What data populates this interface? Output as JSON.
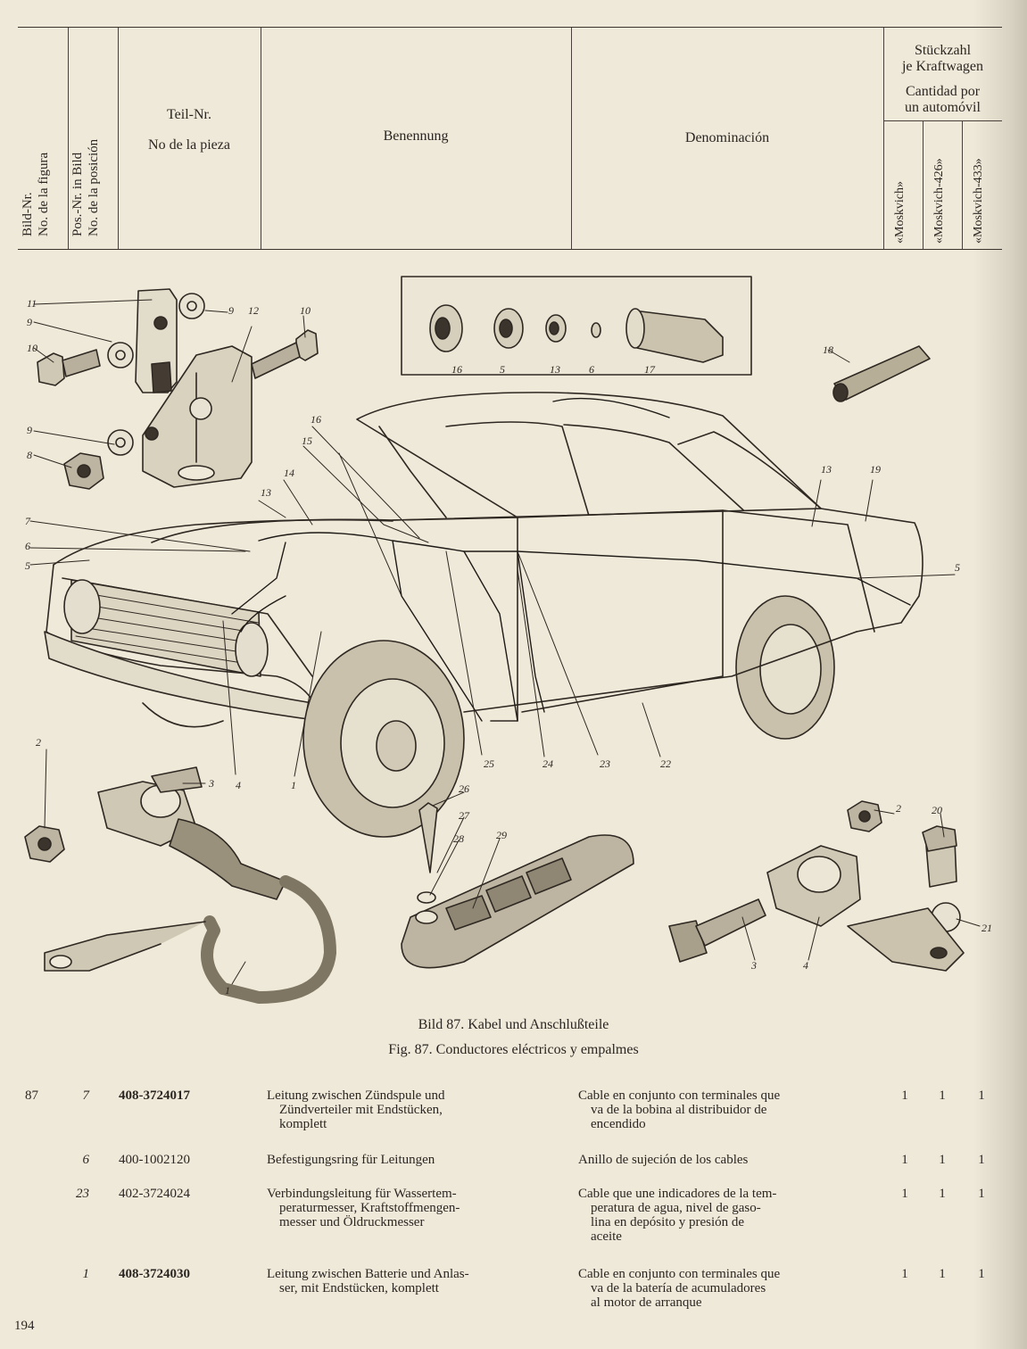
{
  "header": {
    "bild_nr": "Bild-Nr.",
    "bild_nr_es": "No. de la figura",
    "pos_nr": "Pos.-Nr. in Bild",
    "pos_nr_es": "No. de la posición",
    "teil_nr": "Teil-Nr.",
    "teil_nr_es": "No de la pieza",
    "benennung": "Benennung",
    "denominacion": "Denominación",
    "stueckzahl_1": "Stückzahl",
    "stueckzahl_2": "je Kraftwagen",
    "cantidad_1": "Cantidad por",
    "cantidad_2": "un automóvil",
    "models": [
      "«Moskvich»",
      "«Moskvich-426»",
      "«Moskvich-433»"
    ]
  },
  "figure": {
    "caption_de": "Bild 87. Kabel und Anschlußteile",
    "caption_es": "Fig. 87. Conductores eléctricos y empalmes",
    "callouts": [
      "11",
      "9",
      "9",
      "10",
      "12",
      "10",
      "9",
      "8",
      "16",
      "5",
      "13",
      "6",
      "17",
      "18",
      "7",
      "6",
      "5",
      "13",
      "14",
      "15",
      "16",
      "13",
      "19",
      "5",
      "4",
      "1",
      "25",
      "24",
      "23",
      "22",
      "2",
      "3",
      "26",
      "27",
      "28",
      "29",
      "2",
      "20",
      "21",
      "3",
      "4",
      "1"
    ]
  },
  "parts": [
    {
      "bild": "87",
      "pos": "7",
      "part_no": "408-3724017",
      "bold": true,
      "de": [
        "Leitung zwischen Zündspule und",
        "Zündverteiler mit Endstücken,",
        "komplett"
      ],
      "es": [
        "Cable en conjunto con terminales que",
        "va de la bobina al distribuidor de",
        "encendido"
      ],
      "qty": [
        "1",
        "1",
        "1"
      ]
    },
    {
      "bild": "",
      "pos": "6",
      "part_no": "400-1002120",
      "bold": false,
      "de": [
        "Befestigungsring für Leitungen"
      ],
      "es": [
        "Anillo de sujeción de los cables"
      ],
      "qty": [
        "1",
        "1",
        "1"
      ]
    },
    {
      "bild": "",
      "pos": "23",
      "part_no": "402-3724024",
      "bold": false,
      "de": [
        "Verbindungsleitung für Wassertem-",
        "peraturmesser, Kraftstoffmengen-",
        "messer und Öldruckmesser"
      ],
      "es": [
        "Cable que une indicadores de la tem-",
        "peratura de agua, nivel de gaso-",
        "lina en depósito y presión de",
        "aceite"
      ],
      "qty": [
        "1",
        "1",
        "1"
      ]
    },
    {
      "bild": "",
      "pos": "1",
      "part_no": "408-3724030",
      "bold": true,
      "de": [
        "Leitung zwischen Batterie und Anlas-",
        "ser, mit Endstücken, komplett"
      ],
      "es": [
        "Cable en conjunto con terminales que",
        "va de la batería de acumuladores",
        "al motor de arranque"
      ],
      "qty": [
        "1",
        "1",
        "1"
      ]
    }
  ],
  "page_number": "194"
}
